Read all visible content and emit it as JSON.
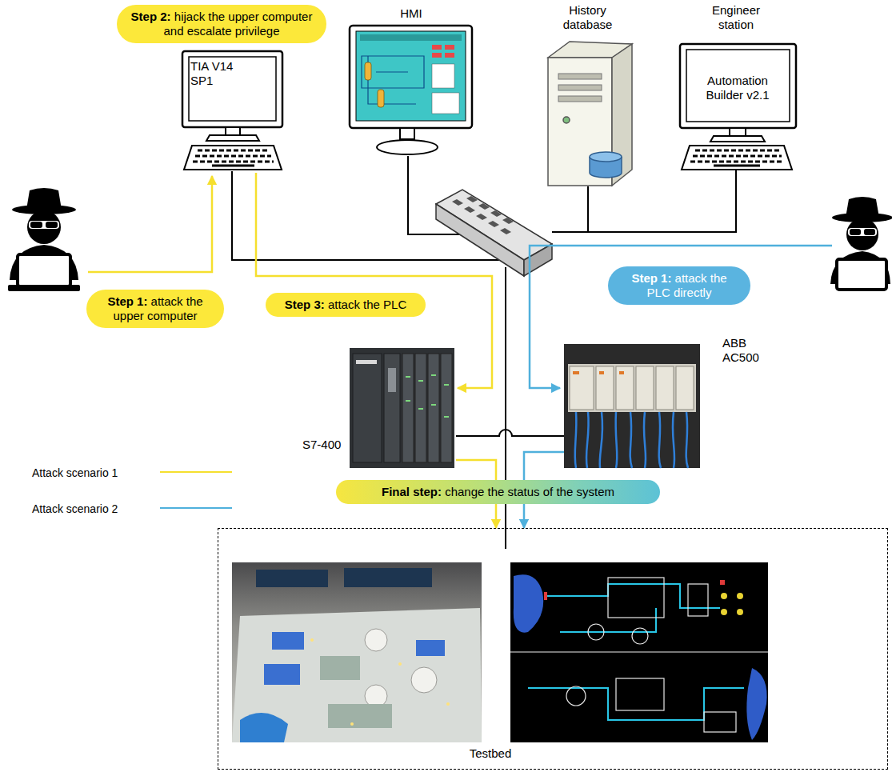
{
  "diagram": {
    "nodes": [
      {
        "text": [
          "Step 2: hijack the upper computer and escalate privilege"
        ]
      },
      {
        "text": [
          "TIA V14 SP1"
        ]
      },
      {
        "text": [
          "HMI"
        ]
      },
      {
        "text": [
          "History database"
        ]
      },
      {
        "text": [
          "Engineer station",
          "Automation Builder v2.1"
        ]
      },
      {
        "text": [
          "Step 1: attack the upper computer"
        ]
      },
      {
        "text": [
          "Step 3: attack the PLC"
        ]
      },
      {
        "text": [
          "Step 1: attack the PLC directly"
        ]
      },
      {
        "text": [
          "S7-400"
        ]
      },
      {
        "text": [
          "ABB AC500"
        ]
      },
      {
        "text": [
          "Final step: change the status of the system"
        ]
      },
      {
        "text": [
          "Testbed"
        ]
      }
    ],
    "edges": [
      {
        "from": 1,
        "to": 8,
        "arrow": "to"
      },
      {
        "from": 8,
        "to": 11,
        "arrow": "to"
      },
      {
        "from": 9,
        "to": 11,
        "arrow": "to"
      }
    ],
    "legend": [
      {
        "text": "Attack scenario 1"
      },
      {
        "text": "Attack scenario 2"
      }
    ]
  }
}
